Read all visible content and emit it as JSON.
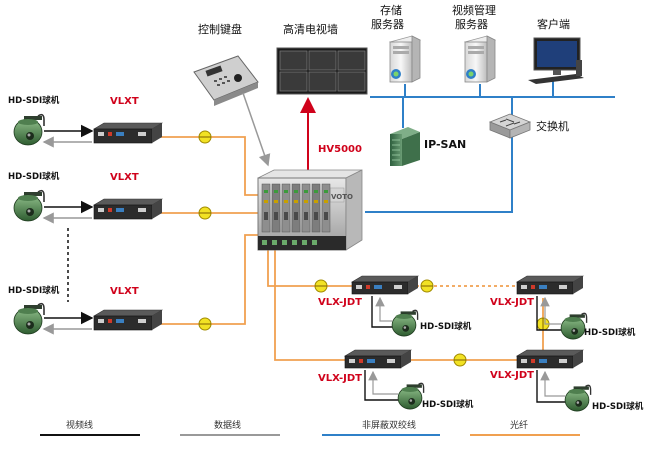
{
  "labels": {
    "control_keyboard": "控制键盘",
    "hd_video_wall": "高清电视墙",
    "storage_server_line1": "存储",
    "storage_server_line2": "服务器",
    "video_mgmt_line1": "视频管理",
    "video_mgmt_line2": "服务器",
    "client": "客户端",
    "ip_san": "IP-SAN",
    "switch": "交换机",
    "hv5000": "HV5000",
    "vlxt": "VLXT",
    "vlx_jdt": "VLX-JDT",
    "hd_sdi_camera": "HD-SDI球机",
    "chassis_brand": "VOTO"
  },
  "legend": {
    "video": "视频线",
    "data": "数据线",
    "utp": "非屏蔽双绞线",
    "fiber": "光纤"
  },
  "colors": {
    "fiber": "#f0a050",
    "network": "#2f80c8",
    "video": "#111111",
    "data": "#999999",
    "accent_red": "#d0021b",
    "connector": "#f2e224"
  },
  "icons": {
    "camera": "dome-camera-icon",
    "transceiver": "fiber-transceiver-icon",
    "server": "tower-server-icon",
    "monitor": "monitor-icon",
    "keyboard": "ptz-keyboard-icon",
    "storage": "ip-san-icon",
    "switch": "network-switch-icon",
    "chassis": "matrix-chassis-icon",
    "connector": "fiber-connector-icon"
  }
}
